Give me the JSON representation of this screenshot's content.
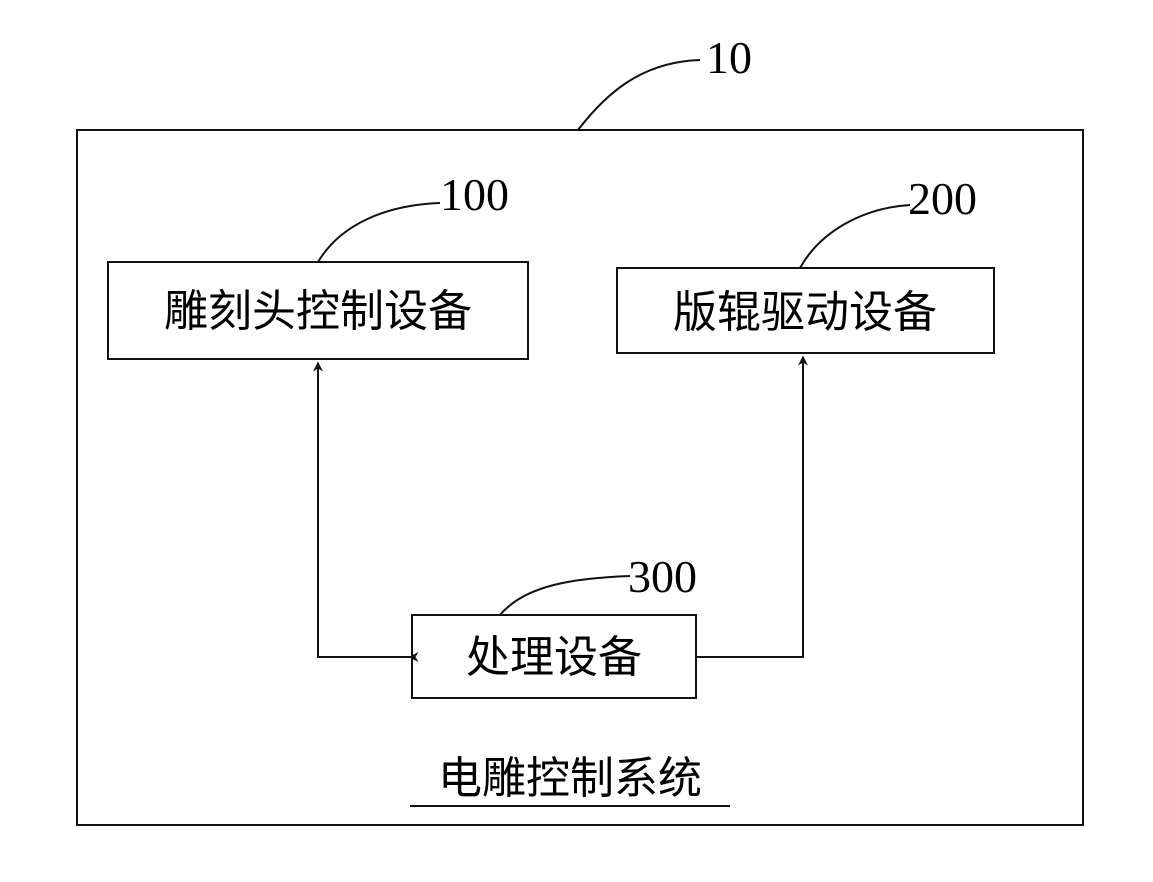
{
  "system": {
    "ref": "10",
    "caption": "电雕控制系统"
  },
  "engraving_head_control": {
    "ref": "100",
    "label": "雕刻头控制设备"
  },
  "plate_roller_drive": {
    "ref": "200",
    "label": "版辊驱动设备"
  },
  "processing": {
    "ref": "300",
    "label": "处理设备"
  }
}
